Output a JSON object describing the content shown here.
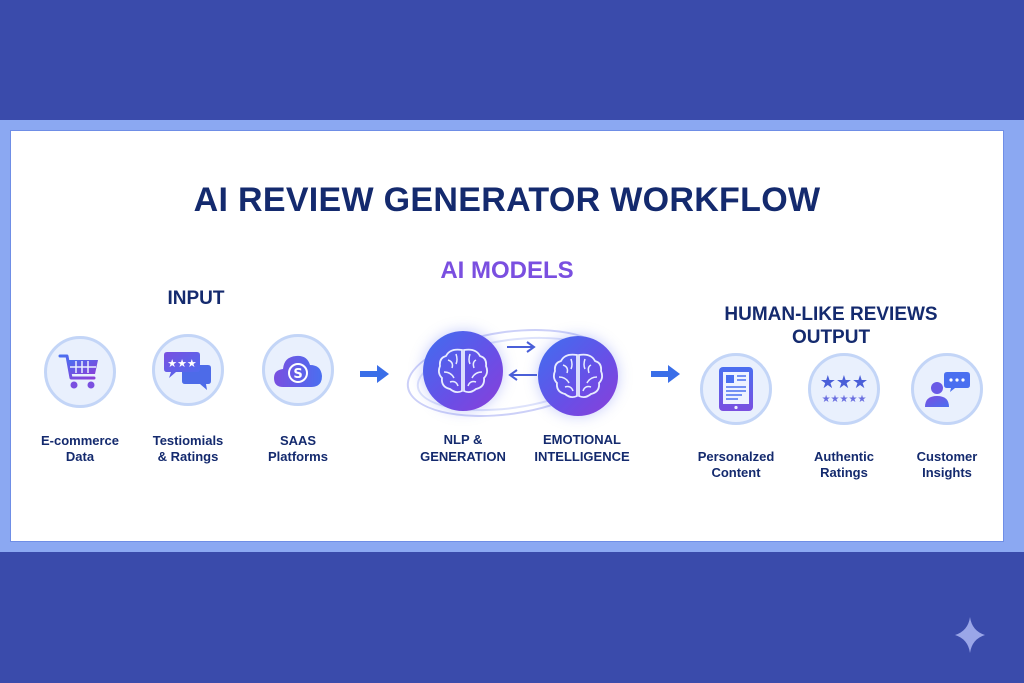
{
  "title": "AI REVIEW GENERATOR WORKFLOW",
  "input": {
    "heading": "INPUT",
    "items": [
      {
        "icon": "shopping-cart-icon",
        "line1": "E-commerce",
        "line2": "Data"
      },
      {
        "icon": "chat-bubbles-stars-icon",
        "line1": "Testiomials",
        "line2": "& Ratings"
      },
      {
        "icon": "cloud-dollar-icon",
        "line1": "SAAS",
        "line2": "Platforms"
      }
    ]
  },
  "ai_models": {
    "heading": "AI MODELS",
    "models": [
      {
        "icon": "brain-icon",
        "line1": "NLP &",
        "line2": "GENERATION"
      },
      {
        "icon": "brain-icon",
        "line1": "EMOTIONAL",
        "line2": "INTELLIGENCE"
      }
    ]
  },
  "output": {
    "heading_line1": "HUMAN-LIKE REVIEWS",
    "heading_line2": "OUTPUT",
    "items": [
      {
        "icon": "tablet-document-icon",
        "line1": "Personalzed",
        "line2": "Content"
      },
      {
        "icon": "star-rating-icon",
        "line1": "Authentic",
        "line2": "Ratings"
      },
      {
        "icon": "user-chat-icon",
        "line1": "Customer",
        "line2": "Insights"
      }
    ]
  },
  "colors": {
    "background": "#3a4bab",
    "frame": "#8ba8f2",
    "title": "#142a6e",
    "ai_heading": "#7a4fe0",
    "arrow": "#3a6ee8"
  }
}
